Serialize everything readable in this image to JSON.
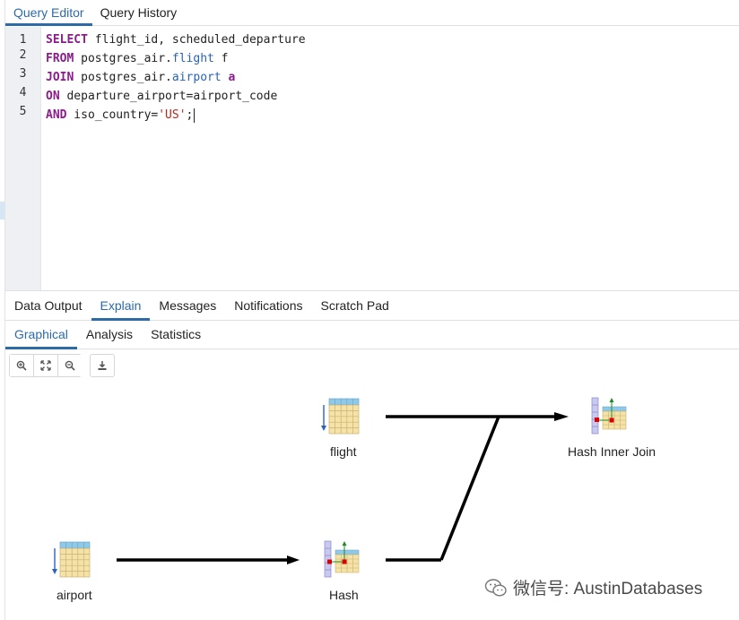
{
  "top_tabs": [
    "Query Editor",
    "Query History"
  ],
  "editor": {
    "line_numbers": [
      "1",
      "2",
      "3",
      "4",
      "5"
    ],
    "lines": [
      [
        {
          "t": "SELECT",
          "c": "kw"
        },
        {
          "t": " flight_id, scheduled_departure",
          "c": ""
        }
      ],
      [
        {
          "t": "FROM",
          "c": "kw"
        },
        {
          "t": " postgres_air.",
          "c": ""
        },
        {
          "t": "flight",
          "c": "tb"
        },
        {
          "t": " f",
          "c": ""
        }
      ],
      [
        {
          "t": "JOIN",
          "c": "kw"
        },
        {
          "t": " postgres_air.",
          "c": ""
        },
        {
          "t": "airport",
          "c": "tb"
        },
        {
          "t": " ",
          "c": ""
        },
        {
          "t": "a",
          "c": "kw"
        }
      ],
      [
        {
          "t": "ON",
          "c": "kw"
        },
        {
          "t": " departure_airport=airport_code",
          "c": ""
        }
      ],
      [
        {
          "t": "AND",
          "c": "kw"
        },
        {
          "t": " iso_country=",
          "c": ""
        },
        {
          "t": "'US'",
          "c": "str"
        },
        {
          "t": ";",
          "c": ""
        }
      ]
    ]
  },
  "result_tabs": [
    "Data Output",
    "Explain",
    "Messages",
    "Notifications",
    "Scratch Pad"
  ],
  "explain_tabs": [
    "Graphical",
    "Analysis",
    "Statistics"
  ],
  "toolbar": {
    "buttons": [
      "zoom-in-icon",
      "zoom-to-fit-icon",
      "zoom-out-icon",
      "download-icon"
    ]
  },
  "plan": {
    "nodes": {
      "flight": "flight",
      "hash_inner_join": "Hash Inner Join",
      "airport": "airport",
      "hash": "Hash"
    }
  },
  "watermark": "微信号: AustinDatabases",
  "colors": {
    "accent": "#2c6ba8",
    "keyword": "#8b1c8b",
    "table": "#2a63b5",
    "string": "#b8281f"
  }
}
